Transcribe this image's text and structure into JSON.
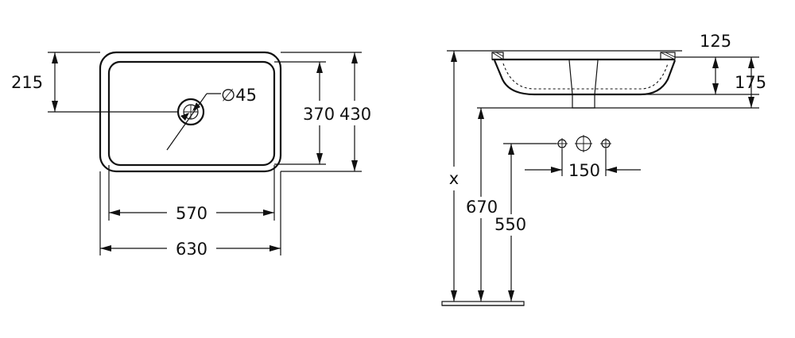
{
  "top_view": {
    "dims": {
      "hole_to_top": "215",
      "hole_diameter": "∅45",
      "inner_depth": "370",
      "outer_depth": "430",
      "inner_width": "570",
      "outer_width": "630"
    }
  },
  "side_view": {
    "dims": {
      "rim_width": "125",
      "bowl_height": "175",
      "height_x": "x",
      "rim_to_floor": "670",
      "tap_height": "550",
      "tap_spacing": "150"
    }
  }
}
